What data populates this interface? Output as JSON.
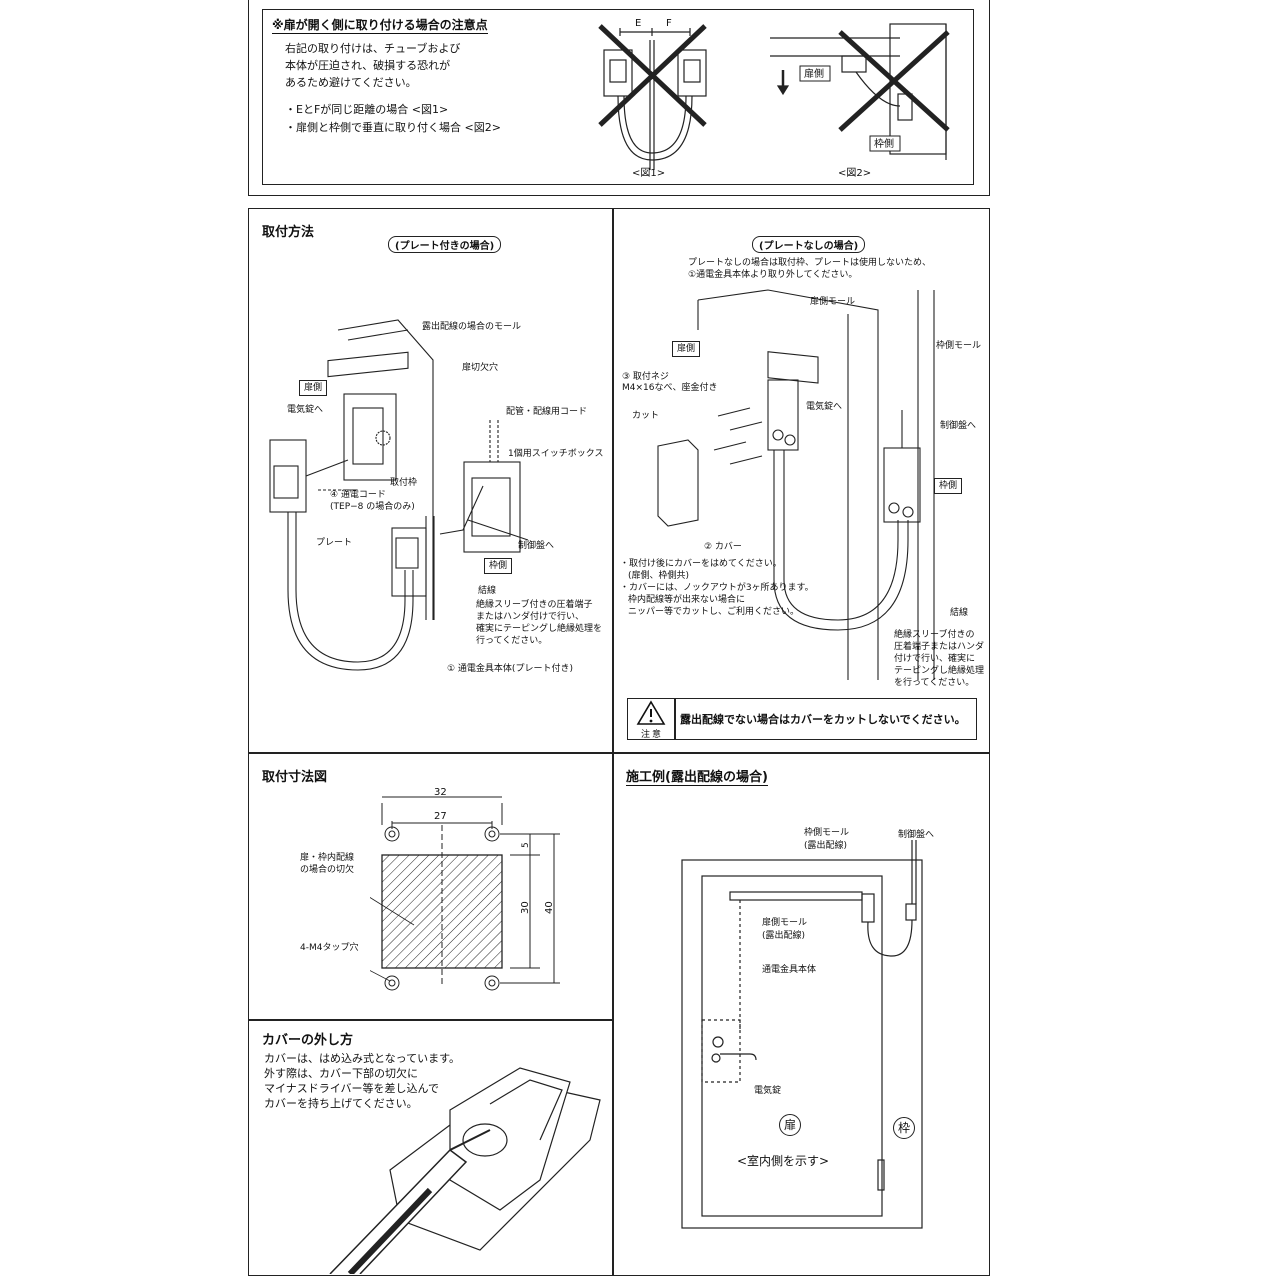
{
  "caution_box": {
    "title": "※扉が開く側に取り付ける場合の注意点",
    "lines": [
      "右記の取り付けは、チューブおよび",
      "本体が圧迫され、破損する恐れが",
      "あるため避けてください。"
    ],
    "bullets": [
      "・EとFが同じ距離の場合 <図1>",
      "・扉側と枠側で垂直に取り付く場合 <図2>"
    ],
    "fig1_label": "<図1>",
    "fig2_label": "<図2>",
    "dim_e": "E",
    "dim_f": "F",
    "door_side": "扉側",
    "frame_side": "枠側"
  },
  "install": {
    "title": "取付方法",
    "with_plate": {
      "heading": "(プレート付きの場合)",
      "labels": {
        "molding": "露出配線の場合のモール",
        "door_notch": "扉切欠穴",
        "door_side": "扉側",
        "to_lock": "電気錠へ",
        "piping_cord": "配管・配線用コード",
        "switch_box": "1個用スイッチボックス",
        "frame_mount": "取付枠",
        "cord": "④ 通電コード",
        "cord_note": "(TEP−8 の場合のみ)",
        "plate": "プレート",
        "to_panel": "制御盤へ",
        "frame_side": "枠側",
        "wiring": "結線",
        "wiring_note": [
          "絶縁スリーブ付きの圧着端子",
          "またはハンダ付けで行い、",
          "確実にテーピングし絶縁処理を",
          "行ってください。"
        ],
        "main_body": "① 通電金具本体(プレート付き)"
      }
    },
    "without_plate": {
      "heading": "(プレートなしの場合)",
      "intro": [
        "プレートなしの場合は取付枠、プレートは使用しないため、",
        "①通電金具本体より取り外してください。"
      ],
      "labels": {
        "door_molding": "扉側モール",
        "door_side": "扉側",
        "frame_molding": "枠側モール",
        "screw": "③ 取付ネジ",
        "screw_spec": "M4×16なべ、座金付き",
        "to_lock": "電気錠へ",
        "cut": "カット",
        "to_panel": "制御盤へ",
        "frame_side": "枠側",
        "cover": "② カバー",
        "wiring": "結線",
        "cover_notes": [
          "・取付け後にカバーをはめてください。",
          "(扉側、枠側共)",
          "・カバーには、ノックアウトが3ヶ所あります。",
          "枠内配線等が出来ない場合に",
          "ニッパー等でカットし、ご利用ください。"
        ],
        "wiring_note": [
          "絶縁スリーブ付きの",
          "圧着端子またはハンダ",
          "付けで行い、確実に",
          "テーピングし絶縁処理",
          "を行ってください。"
        ]
      },
      "warning_label": "注意",
      "warning_text": "露出配線でない場合はカバーをカットしないでください。"
    }
  },
  "dimensions": {
    "title": "取付寸法図",
    "dim_32": "32",
    "dim_27": "27",
    "dim_5": "5",
    "dim_30": "30",
    "dim_40": "40",
    "cutout_label": [
      "扉・枠内配線",
      "の場合の切欠"
    ],
    "tap_label": "4-M4タップ穴"
  },
  "cover_removal": {
    "title": "カバーの外し方",
    "lines": [
      "カバーは、はめ込み式となっています。",
      "外す際は、カバー下部の切欠に",
      "マイナスドライバー等を差し込んで",
      "カバーを持ち上げてください。"
    ]
  },
  "example": {
    "title": "施工例(露出配線の場合)",
    "frame_molding": "枠側モール",
    "frame_molding_note": "(露出配線)",
    "to_panel": "制御盤へ",
    "door_molding": "扉側モール",
    "door_molding_note": "(露出配線)",
    "main_body": "通電金具本体",
    "lock": "電気錠",
    "door": "扉",
    "frame": "枠",
    "indoor": "<室内側を示す>"
  }
}
